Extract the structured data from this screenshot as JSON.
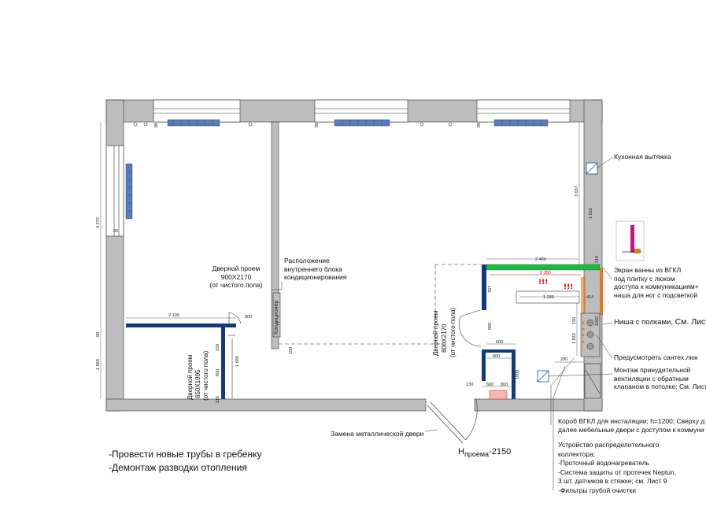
{
  "labels": {
    "door_main": [
      "Дверной проем",
      "900X2170",
      "(от чистого пола)"
    ],
    "ac_unit": [
      "Расположение",
      "внутреннего блока",
      "кондиционирования"
    ],
    "ac_box": "Кондиционер",
    "door_left": [
      "Дверной проем",
      "650X1995",
      "(от чистого пола)"
    ],
    "door_center": [
      "Дверной проем",
      "800X2170",
      "(от чистого пола)"
    ],
    "metal_door": "Замена металлической двери",
    "hood": "Кухонная вытяжка",
    "bath_screen": [
      "Экран ванны из ВГКЛ",
      "под плитку с люком",
      "доступа к коммуникациям+",
      "ниша для ног с подсветкой"
    ],
    "niche_prefix": "Ниша с полками, ",
    "niche_ref": "См. Лист N",
    "hatch": "Предусмотреть сантех.люк",
    "ventilation": [
      "Монтаж принудительной",
      "вентиляции с обратным",
      "клапаном в потолке; См. Лист"
    ],
    "box": [
      "Короб ВГКЛ для инсталяции; h=1200; Сверху д",
      "далее мебельные двери с доступом к коммуни"
    ],
    "manifold": [
      "Устройство распределительного",
      "коллектора:",
      "-Проточный водонагреватель",
      "-Система защиты от протечек Neptun,",
      "3 шт. датчиков в стяжке; см. Лист 9",
      "-Фильтры грубой очистки"
    ],
    "opening_height_main": "Н",
    "opening_height_sub": "проема",
    "opening_height_value": "-2150"
  },
  "notes": [
    "-Провести новые трубы в гребенку",
    "-Демонтаж разводки отопления"
  ],
  "dimensions": {
    "d_4272": "4 272",
    "d_90a": "90",
    "d_90b": "90",
    "d_90c": "90",
    "d_90d": "90",
    "d_2100": "2 100",
    "d_900": "900",
    "d_80": "80",
    "d_1560": "1 560",
    "d_150": "150",
    "d_1589": "1 589",
    "d_650": "650",
    "d_115": "115",
    "d_1500": "150",
    "d_3037": "3 037",
    "d_1550": "1 550",
    "d_2480": "2 480",
    "d_2350": "2 350",
    "d_1286": "1 286",
    "d_414": "414",
    "d_767": "767",
    "d_1833": "1 833",
    "d_150b": "150",
    "d_200": "200",
    "d_600a": "600",
    "d_600b": "600",
    "d_800": "800",
    "d_130": "130",
    "d_600c": "600",
    "d_800b": "800",
    "d_1000": "1000",
    "d_210": "210",
    "d_1002": "1002"
  },
  "warnings": [
    "!!!",
    "!!!"
  ],
  "colors": {
    "wall": "#bdbdbd",
    "wall_new": "#123a7a",
    "radiator": "#5b7bb5",
    "green": "#1fb845",
    "orange": "#e07a1a",
    "magenta": "#c2187e"
  }
}
